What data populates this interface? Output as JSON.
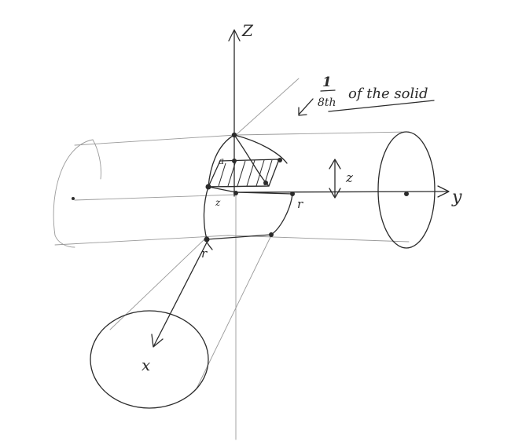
{
  "axes": {
    "z": "Z",
    "y": "y",
    "x": "x"
  },
  "annotation": {
    "fraction_numerator": "1",
    "fraction_denominator": "8th",
    "text": "of the solid"
  },
  "labels": {
    "a": "a",
    "z_small": "z",
    "r_y": "r",
    "r_x": "r",
    "z_height": "z"
  }
}
